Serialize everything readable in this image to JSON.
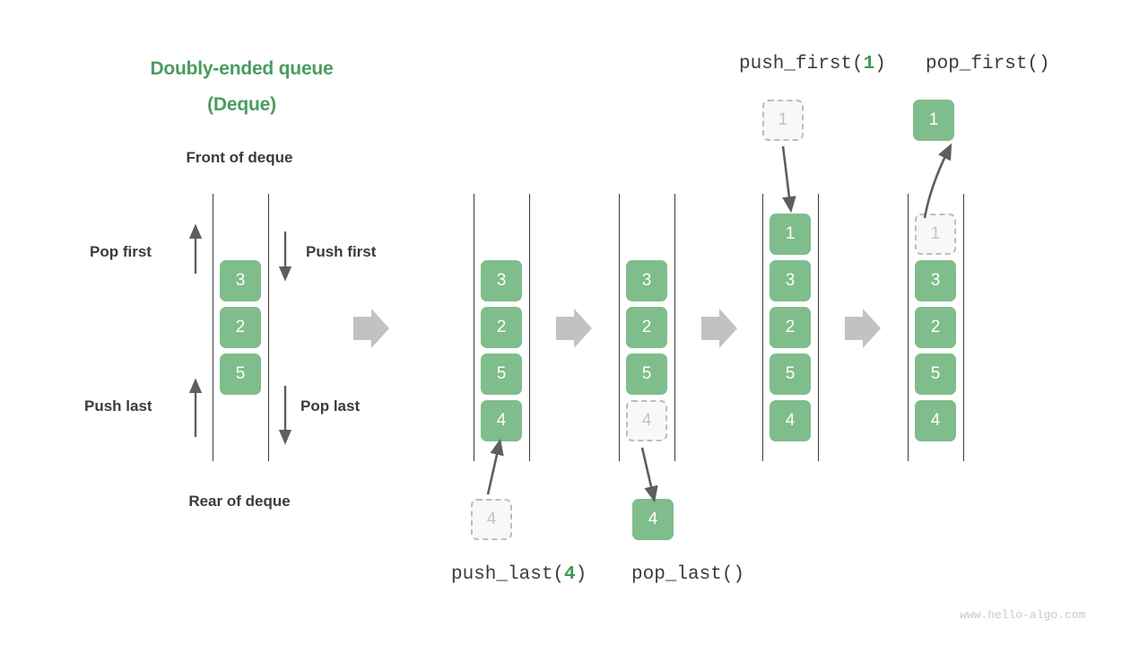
{
  "title": {
    "line1": "Doubly-ended queue",
    "line2": "(Deque)"
  },
  "labels": {
    "front": "Front of deque",
    "rear": "Rear of deque",
    "pop_first": "Pop first",
    "push_first": "Push first",
    "push_last": "Push last",
    "pop_last": "Pop last"
  },
  "operations": {
    "push_first": {
      "name": "push_first(",
      "arg": "1",
      "close": ")"
    },
    "pop_first": {
      "name": "pop_first()",
      "arg": "",
      "close": ""
    },
    "push_last": {
      "name": "push_last(",
      "arg": "4",
      "close": ")"
    },
    "pop_last": {
      "name": "pop_last()",
      "arg": "",
      "close": ""
    }
  },
  "colors": {
    "green": "#7fbd8c",
    "title_green": "#4a9c5d",
    "ghost_border": "#bdbdbd",
    "ghost_fill": "#f8f8f8",
    "ghost_text": "#c3c3c3",
    "arrow_gray": "#c2c2c2",
    "thin_arrow": "#5e5e5e",
    "text_dark": "#3b3b3b",
    "rail": "#3c3c3c"
  },
  "stages": [
    {
      "id": "stage-initial",
      "items": [
        "3",
        "2",
        "5"
      ],
      "ghost_in_stack_index": null,
      "external": null
    },
    {
      "id": "stage-push-last",
      "items": [
        "3",
        "2",
        "5",
        "4"
      ],
      "ghost_in_stack_index": null,
      "external": {
        "value": "4",
        "kind": "ghost",
        "position": "bottom"
      }
    },
    {
      "id": "stage-pop-last",
      "items": [
        "3",
        "2",
        "5",
        "4"
      ],
      "ghost_in_stack_index": 3,
      "external": {
        "value": "4",
        "kind": "solid",
        "position": "bottom"
      }
    },
    {
      "id": "stage-push-first",
      "items": [
        "1",
        "3",
        "2",
        "5",
        "4"
      ],
      "ghost_in_stack_index": null,
      "external": {
        "value": "1",
        "kind": "ghost",
        "position": "top"
      }
    },
    {
      "id": "stage-pop-first",
      "items": [
        "1",
        "3",
        "2",
        "5",
        "4"
      ],
      "ghost_in_stack_index": 0,
      "external": {
        "value": "1",
        "kind": "solid",
        "position": "top"
      }
    }
  ],
  "watermark": "www.hello-algo.com"
}
